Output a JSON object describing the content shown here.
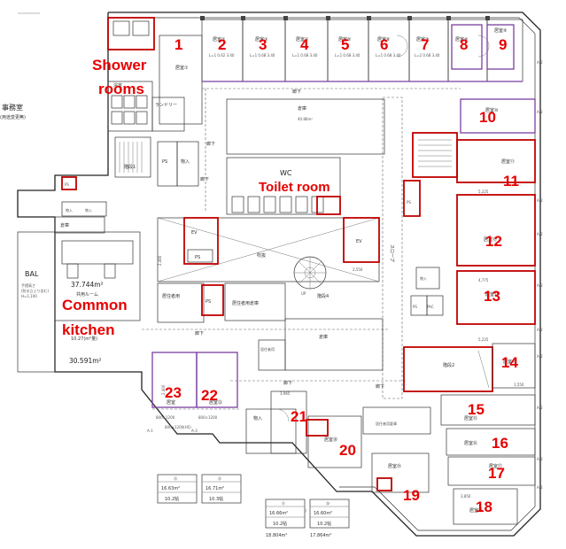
{
  "rooms": [
    {
      "number": "1",
      "label": "居室①"
    },
    {
      "number": "2",
      "label": "居室②"
    },
    {
      "number": "3",
      "label": "居室③"
    },
    {
      "number": "4",
      "label": "居室④"
    },
    {
      "number": "5",
      "label": "居室⑤"
    },
    {
      "number": "6",
      "label": "居室⑥"
    },
    {
      "number": "7",
      "label": "居室⑦"
    },
    {
      "number": "8",
      "label": "居室⑧"
    },
    {
      "number": "9",
      "label": "居室⑨"
    },
    {
      "number": "10",
      "label": "居室⑩"
    },
    {
      "number": "11",
      "label": "居室⑪"
    },
    {
      "number": "12",
      "label": "居室⑫"
    },
    {
      "number": "13",
      "label": "居室⑬"
    },
    {
      "number": "14",
      "label": "居室⑭"
    },
    {
      "number": "15",
      "label": "居室⑮"
    },
    {
      "number": "16",
      "label": "居室⑯"
    },
    {
      "number": "17",
      "label": "居室⑰"
    },
    {
      "number": "18",
      "label": "居室⑱"
    },
    {
      "number": "19",
      "label": "居室⑲"
    },
    {
      "number": "20",
      "label": "居室⑳"
    },
    {
      "number": "21",
      "label": "居室㉑"
    },
    {
      "number": "22",
      "label": "居室㉒"
    },
    {
      "number": "23",
      "label": "居室㉓"
    }
  ],
  "annotations": {
    "shower_line1": "Shower",
    "shower_line2": "rooms",
    "toilet": "Toilet room",
    "kitchen_line1": "Common",
    "kitchen_line2": "kitchen"
  },
  "plan_labels": {
    "office": "事務室",
    "office_note": "(用途変更無)",
    "corridor": "廊下",
    "storage": "倉庫",
    "storage_area": "40.86m²",
    "wc": "WC",
    "ev": "EV",
    "ps": "PS",
    "pac": "PAC",
    "stairs1": "階段1",
    "stairs2": "階段2",
    "stairs4": "階段4",
    "slope": "スロープ",
    "monoire": "物入",
    "resident_storage": "居住者用倉庫",
    "resident_use": "居住者用",
    "bal": "BAL",
    "bal_note": "手摺高さ\n(防水立上り含む)\nH=1,100",
    "common_room": "共用ルーム",
    "common_area": "37.744m²",
    "common_sub": "10.27(m²量)",
    "kitchen_area": "30.591m²",
    "laundry": "ランドリー",
    "shower": "浴室",
    "genkan": "玄関",
    "dim_2550": "2,550",
    "dim_4775": "4,775",
    "dim_5225a": "5,225",
    "dim_5225b": "5,225",
    "dim_3965": "3,965",
    "dim_3850": "3,850",
    "dim_1550": "1,550",
    "dim_2400": "2,400",
    "dim_2460": "2,460"
  },
  "area_boxes": [
    {
      "room": "㉓",
      "area": "16.63m²",
      "tatami": "10.2帖"
    },
    {
      "room": "㉒",
      "area": "16.71m²",
      "tatami": "10.3帖"
    },
    {
      "room": "㉑",
      "area": "16.66m²",
      "tatami": "10.2帖"
    },
    {
      "room": "⑳",
      "area": "16.60m²",
      "tatami": "10.2帖"
    }
  ],
  "area_totals": {
    "t21": "18.804m²",
    "t20": "17.864m²"
  },
  "colors": {
    "highlight_red": "#c00000",
    "label_red": "#e60000",
    "room_purple": "#7b3fa0",
    "wall": "#222222"
  }
}
